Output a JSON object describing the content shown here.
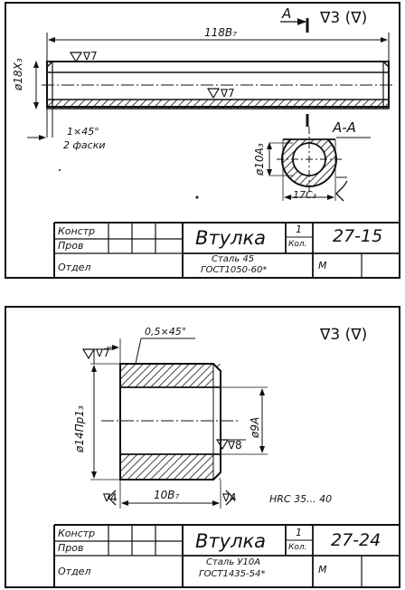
{
  "drawing1": {
    "roughness_mark": "∇3 (∇)",
    "section_mark": "A",
    "section_label": "A-A",
    "dim_length": "118В₇",
    "dim_diameter": "ø18Х₃",
    "dim_bore": "ø10А₃",
    "dim_width": "17С₃",
    "finish_top": "∇7",
    "finish_axis": "∇7",
    "chamfer_size": "1×45°",
    "chamfer_note": "2 фаски",
    "title": "Втулка",
    "qty_label": "Кол.",
    "qty_value": "1",
    "drawing_no": "27-15",
    "material": "Сталь 45",
    "standard": "ГОСТ1050-60*",
    "scale": "М",
    "rows": [
      "Констр",
      "Пров",
      "Отдел"
    ]
  },
  "drawing2": {
    "roughness_mark": "∇3 (∇)",
    "chamfer": "0,5×45°",
    "finish_left": "∇7",
    "finish_bore": "∇8",
    "finish_ends": "∇4",
    "dim_outer": "ø14Пр1₃",
    "dim_bore": "ø9А",
    "dim_length": "10В₇",
    "hardness": "HRC 35... 40",
    "title": "Втулка",
    "qty_label": "Кол.",
    "qty_value": "1",
    "drawing_no": "27-24",
    "material": "Сталь У10А",
    "standard": "ГОСТ1435-54*",
    "scale": "М",
    "rows": [
      "Констр",
      "Пров",
      "Отдел"
    ]
  }
}
